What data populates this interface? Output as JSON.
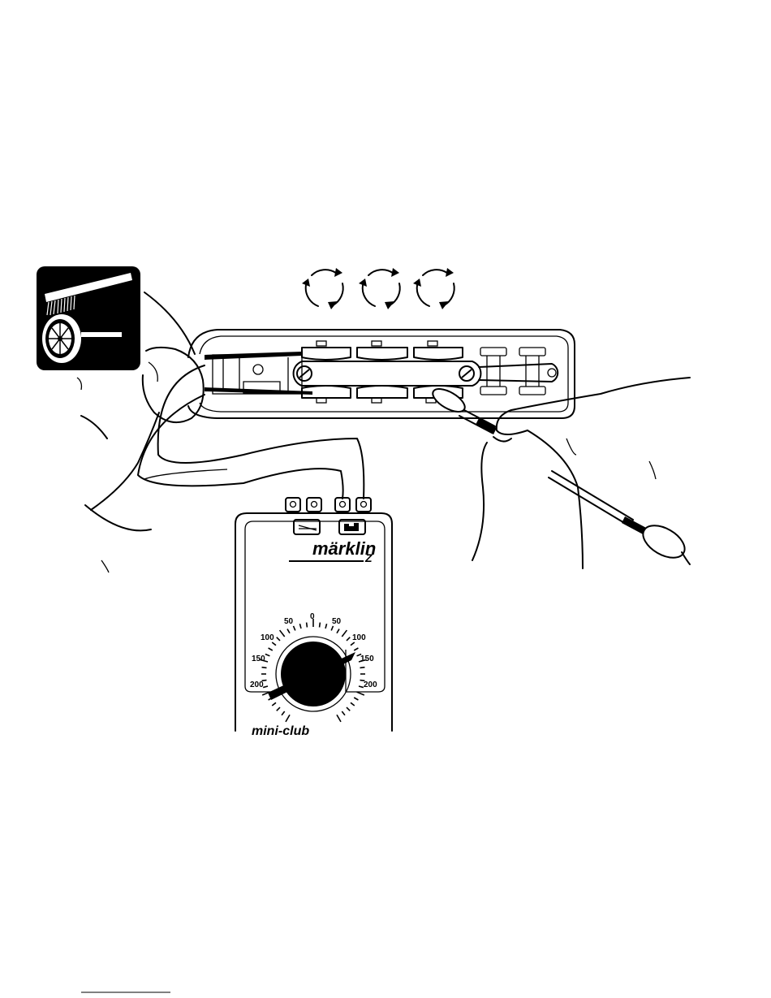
{
  "controller": {
    "brand": "märklin",
    "gauge": "Z",
    "series": "mini-club",
    "scale_left": [
      "200",
      "150",
      "100",
      "50"
    ],
    "scale_center": "0",
    "scale_right": [
      "50",
      "100",
      "150",
      "200"
    ],
    "symbols": [
      "turnout-icon",
      "locomotive-icon"
    ]
  },
  "motion_icons": [
    "rotate-icon",
    "rotate-icon",
    "rotate-icon"
  ],
  "colors": {
    "ink": "#000000",
    "paper": "#ffffff"
  }
}
